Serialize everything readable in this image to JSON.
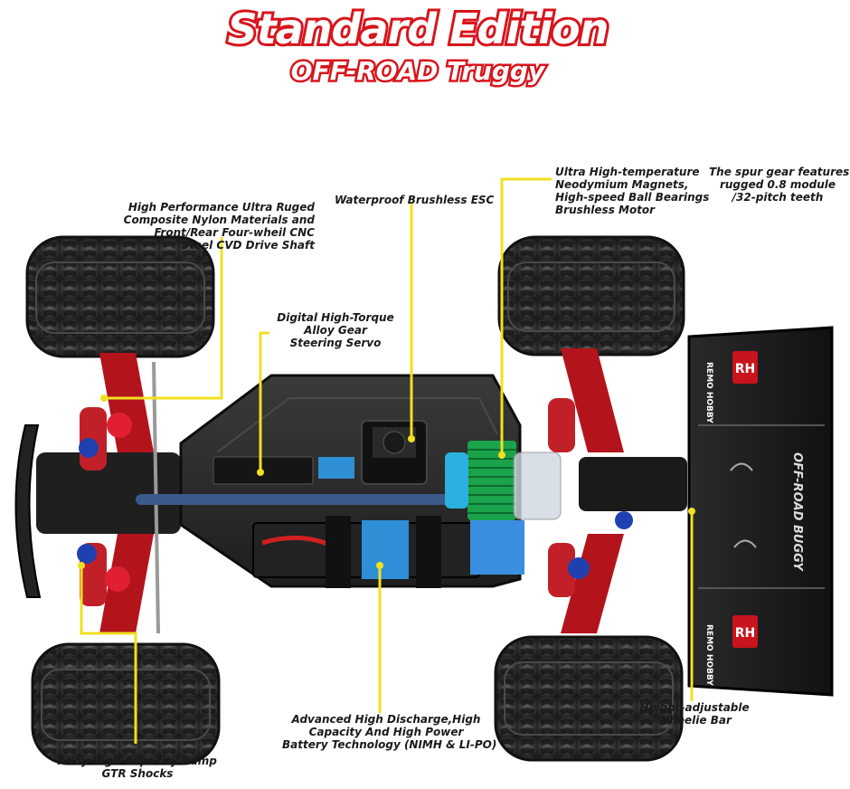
{
  "title": "Standard Edition",
  "subtitle": "OFF-ROAD Truggy",
  "wing_brand": "REMO HOBBY",
  "wing_logo": "RH",
  "wing_decal": "OFF-ROAD BUGGY",
  "callouts": {
    "materials": [
      "High Performance Ultra Ruged",
      "Composite Nylon Materials and",
      "Front/Rear Four-wheil CNC",
      "Steel CVD Drive Shaft"
    ],
    "esc": [
      "Waterproof Brushless ESC"
    ],
    "motor": [
      "Ultra High-temperature",
      "Neodymium Magnets,",
      "High-speed Ball Bearings",
      "Brushless Motor"
    ],
    "spur_gear": [
      "The spur gear features",
      "rugged 0.8 module",
      "/32-pitch teeth"
    ],
    "servo": [
      "Digital High-Torque",
      "Alloy Gear",
      "Steering Servo"
    ],
    "battery": [
      "Advanced High Discharge,High",
      "Capacity And High Power",
      "Battery Technology (NIMH & LI-PO)"
    ],
    "wheelie_bar": [
      "Height-adjustable",
      "Wheelie Bar"
    ],
    "shocks": [
      "Alloy High-Capacity Damp",
      "GTR Shocks"
    ]
  },
  "colors": {
    "title_red": "#d8141c",
    "callout_line": "#f0e020",
    "chassis": "#2b2b2b",
    "arm_red": "#b3141c",
    "motor_green": "#1aa34a",
    "battery_blue": "#2f8fd6"
  }
}
